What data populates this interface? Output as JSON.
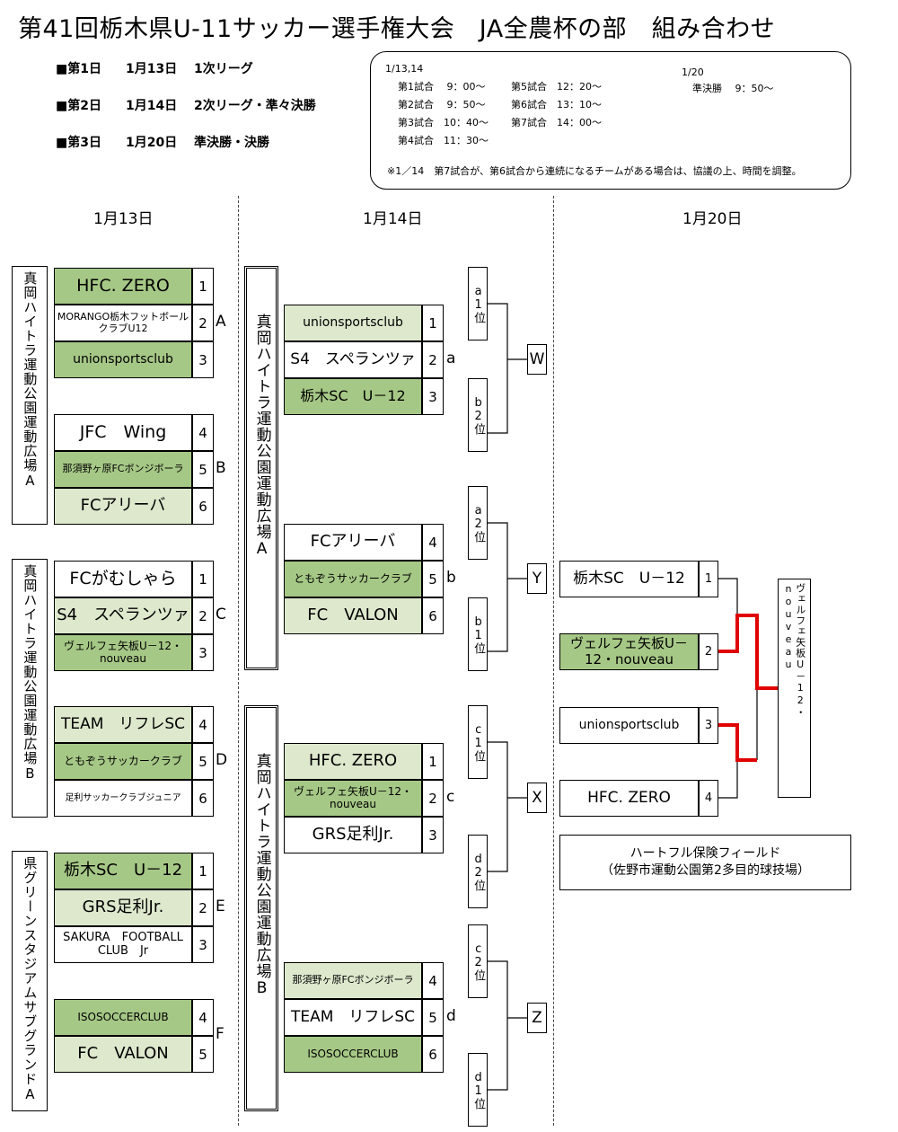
{
  "title": "第41回栃木県U-11サッカー選手権大会　JA全農杯の部　組み合わせ",
  "schedule": [
    {
      "day": "■第1日",
      "date": "1月13日",
      "desc": "1次リーグ"
    },
    {
      "day": "■第2日",
      "date": "1月14日",
      "desc": "2次リーグ・準々決勝"
    },
    {
      "day": "■第3日",
      "date": "1月20日",
      "desc": "準決勝・決勝"
    }
  ],
  "times": {
    "dates_a": "1/13,14",
    "dates_b": "1/20",
    "m1": "第1試合　 9：00～",
    "m2": "第2試合　 9：50～",
    "m3": "第3試合　10：40～",
    "m4": "第4試合　11：30～",
    "m5": "第5試合　12：20～",
    "m6": "第6試合　13：10～",
    "m7": "第7試合　14：00～",
    "semi": "準決勝　 9：50～",
    "note": "※1／14　第7試合が、第6試合から連続になるチームがある場合は、協議の上、時間を調整。"
  },
  "days": [
    "1月13日",
    "1月14日",
    "1月20日"
  ],
  "venues_day1": [
    "真岡ハイトラ運動公園運動広場A",
    "真岡ハイトラ運動公園運動広場B",
    "県グリーンスタジアムサブグランドA"
  ],
  "venues_day2": [
    "真岡ハイトラ運動公園運動広場A",
    "真岡ハイトラ運動公園運動広場B"
  ],
  "groups1": [
    {
      "label": "A",
      "teams": [
        {
          "name": "HFC. ZERO",
          "num": "1"
        },
        {
          "name": "MORANGO栃木フットボールクラブU12",
          "num": "2"
        },
        {
          "name": "unionsportsclub",
          "num": "3"
        }
      ]
    },
    {
      "label": "B",
      "teams": [
        {
          "name": "JFC　Wing",
          "num": "4"
        },
        {
          "name": "那須野ヶ原FCボンジボーラ",
          "num": "5"
        },
        {
          "name": "FCアリーバ",
          "num": "6"
        }
      ]
    },
    {
      "label": "C",
      "teams": [
        {
          "name": "FCがむしゃら",
          "num": "1"
        },
        {
          "name": "S4　スペランツァ",
          "num": "2"
        },
        {
          "name": "ヴェルフェ矢板U－12・nouveau",
          "num": "3"
        }
      ]
    },
    {
      "label": "D",
      "teams": [
        {
          "name": "TEAM　リフレSC",
          "num": "4"
        },
        {
          "name": "ともぞうサッカークラブ",
          "num": "5"
        },
        {
          "name": "足利サッカークラブジュニア",
          "num": "6"
        }
      ]
    },
    {
      "label": "E",
      "teams": [
        {
          "name": "栃木SC　U－12",
          "num": "1"
        },
        {
          "name": "GRS足利Jr.",
          "num": "2"
        },
        {
          "name": "SAKURA　FOOTBALL　CLUB　Jr",
          "num": "3"
        }
      ]
    },
    {
      "label": "F",
      "teams": [
        {
          "name": "ISOSOCCERCLUB",
          "num": "4"
        },
        {
          "name": "FC　VALON",
          "num": "5"
        }
      ]
    }
  ],
  "groups2": [
    {
      "label": "a",
      "teams": [
        {
          "name": "unionsportsclub",
          "num": "1"
        },
        {
          "name": "S4　スペランツァ",
          "num": "2"
        },
        {
          "name": "栃木SC　U－12",
          "num": "3"
        }
      ]
    },
    {
      "label": "b",
      "teams": [
        {
          "name": "FCアリーバ",
          "num": "4"
        },
        {
          "name": "ともぞうサッカークラブ",
          "num": "5"
        },
        {
          "name": "FC　VALON",
          "num": "6"
        }
      ]
    },
    {
      "label": "c",
      "teams": [
        {
          "name": "HFC. ZERO",
          "num": "1"
        },
        {
          "name": "ヴェルフェ矢板U－12・nouveau",
          "num": "2"
        },
        {
          "name": "GRS足利Jr.",
          "num": "3"
        }
      ]
    },
    {
      "label": "d",
      "teams": [
        {
          "name": "那須野ヶ原FCボンジボーラ",
          "num": "4"
        },
        {
          "name": "TEAM　リフレSC",
          "num": "5"
        },
        {
          "name": "ISOSOCCERCLUB",
          "num": "6"
        }
      ]
    }
  ],
  "ranks": [
    "a1位",
    "b2位",
    "a2位",
    "b1位",
    "c1位",
    "d2位",
    "c2位",
    "d1位"
  ],
  "qf": [
    "W",
    "Y",
    "X",
    "Z"
  ],
  "finals": [
    {
      "name": "栃木SC　U－12",
      "num": "1"
    },
    {
      "name": "ヴェルフェ矢板U－12・nouveau",
      "num": "2"
    },
    {
      "name": "unionsportsclub",
      "num": "3"
    },
    {
      "name": "HFC. ZERO",
      "num": "4"
    }
  ],
  "champion": "ヴェルフェ矢板U－12・nouveau",
  "final_venue": {
    "line1": "ハートフル保険フィールド",
    "line2": "（佐野市運動公園第2多目的球技場）"
  },
  "colors": {
    "green_light": "#dde8cd",
    "green_dark": "#a6c886",
    "winner_line": "#e00000"
  }
}
